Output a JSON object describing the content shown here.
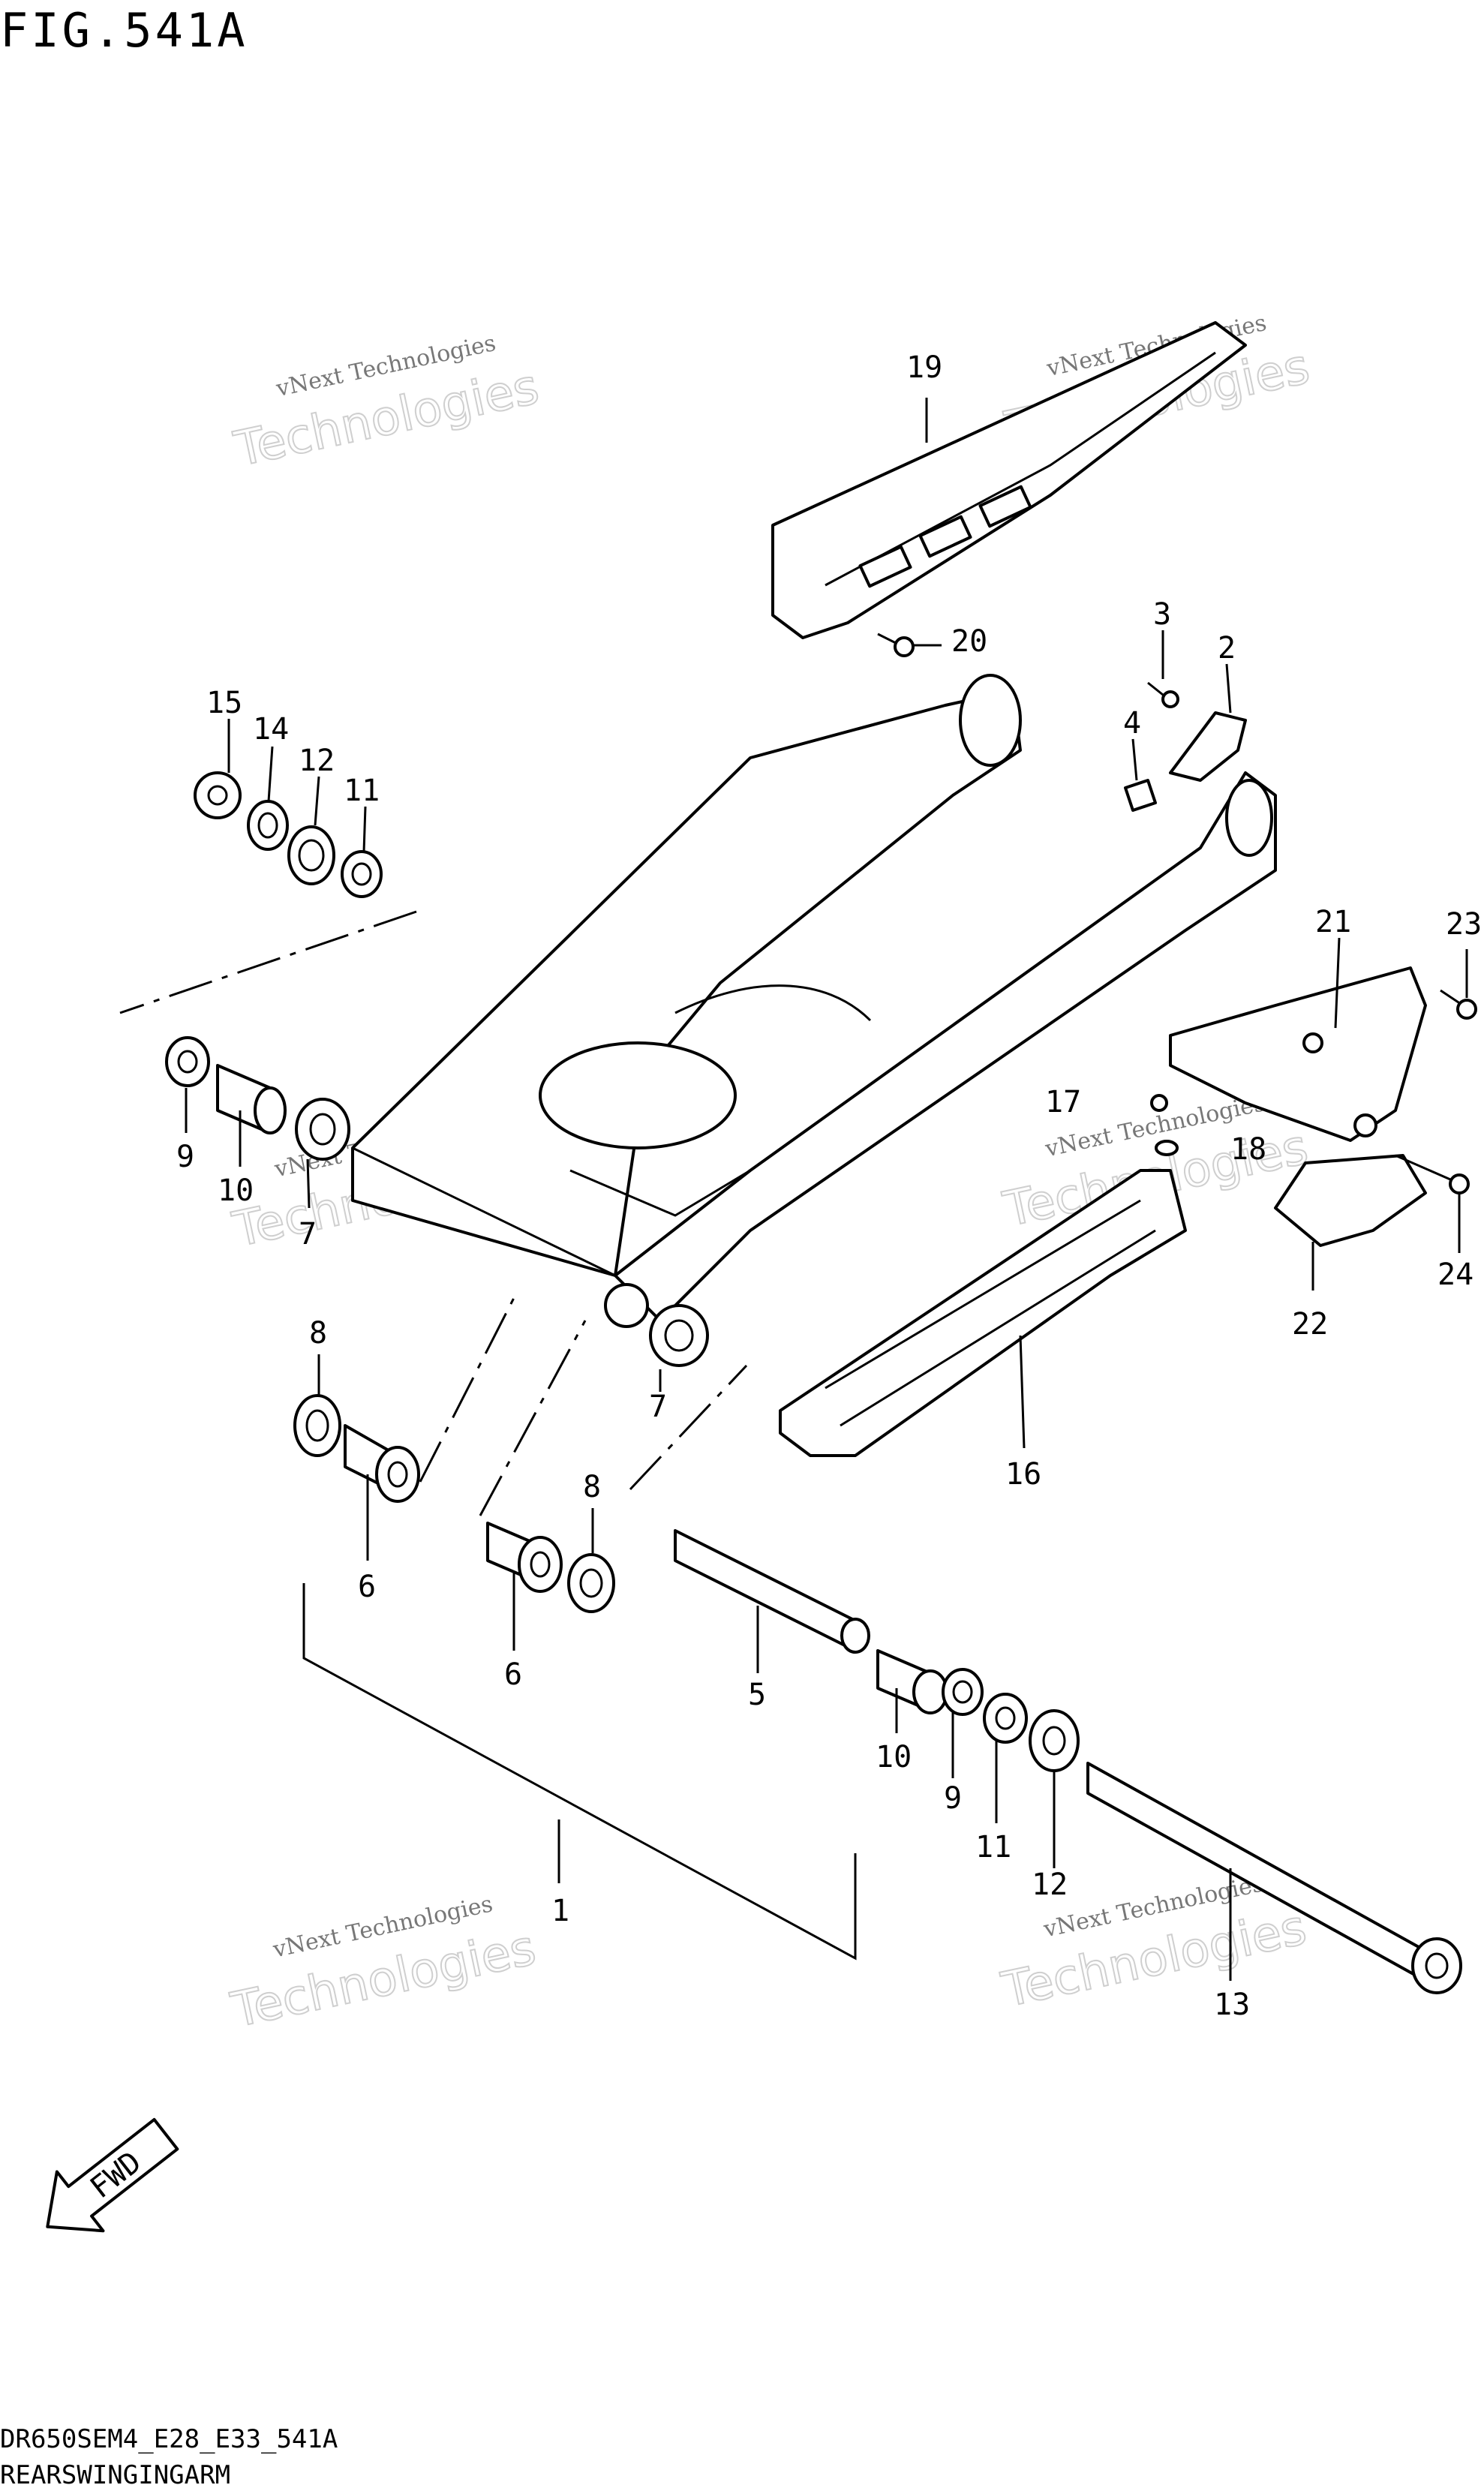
{
  "header": {
    "figure_title": "FIG.541A"
  },
  "footer": {
    "model_code": "DR650SEM4_E28_E33_541A",
    "section_title": "REARSWINGINGARM"
  },
  "fwd_arrow": {
    "label": "FWD",
    "icon": "fwd-arrow-icon"
  },
  "watermark": {
    "line1": "vNext Technologies",
    "line2": "Technologies",
    "line3": "vNext"
  },
  "callouts": {
    "c1": "1",
    "c2": "2",
    "c3": "3",
    "c4": "4",
    "c5": "5",
    "c6a": "6",
    "c6b": "6",
    "c7a": "7",
    "c7b": "7",
    "c8a": "8",
    "c8b": "8",
    "c9a": "9",
    "c9b": "9",
    "c10a": "10",
    "c10b": "10",
    "c11a": "11",
    "c11b": "11",
    "c12a": "12",
    "c12b": "12",
    "c13": "13",
    "c14": "14",
    "c15": "15",
    "c16": "16",
    "c17": "17",
    "c18": "18",
    "c19": "19",
    "c20": "20",
    "c21": "21",
    "c22": "22",
    "c23": "23",
    "c24": "24"
  },
  "colors": {
    "ink": "#000000",
    "background": "#ffffff",
    "watermark": "#bbbbbb"
  }
}
